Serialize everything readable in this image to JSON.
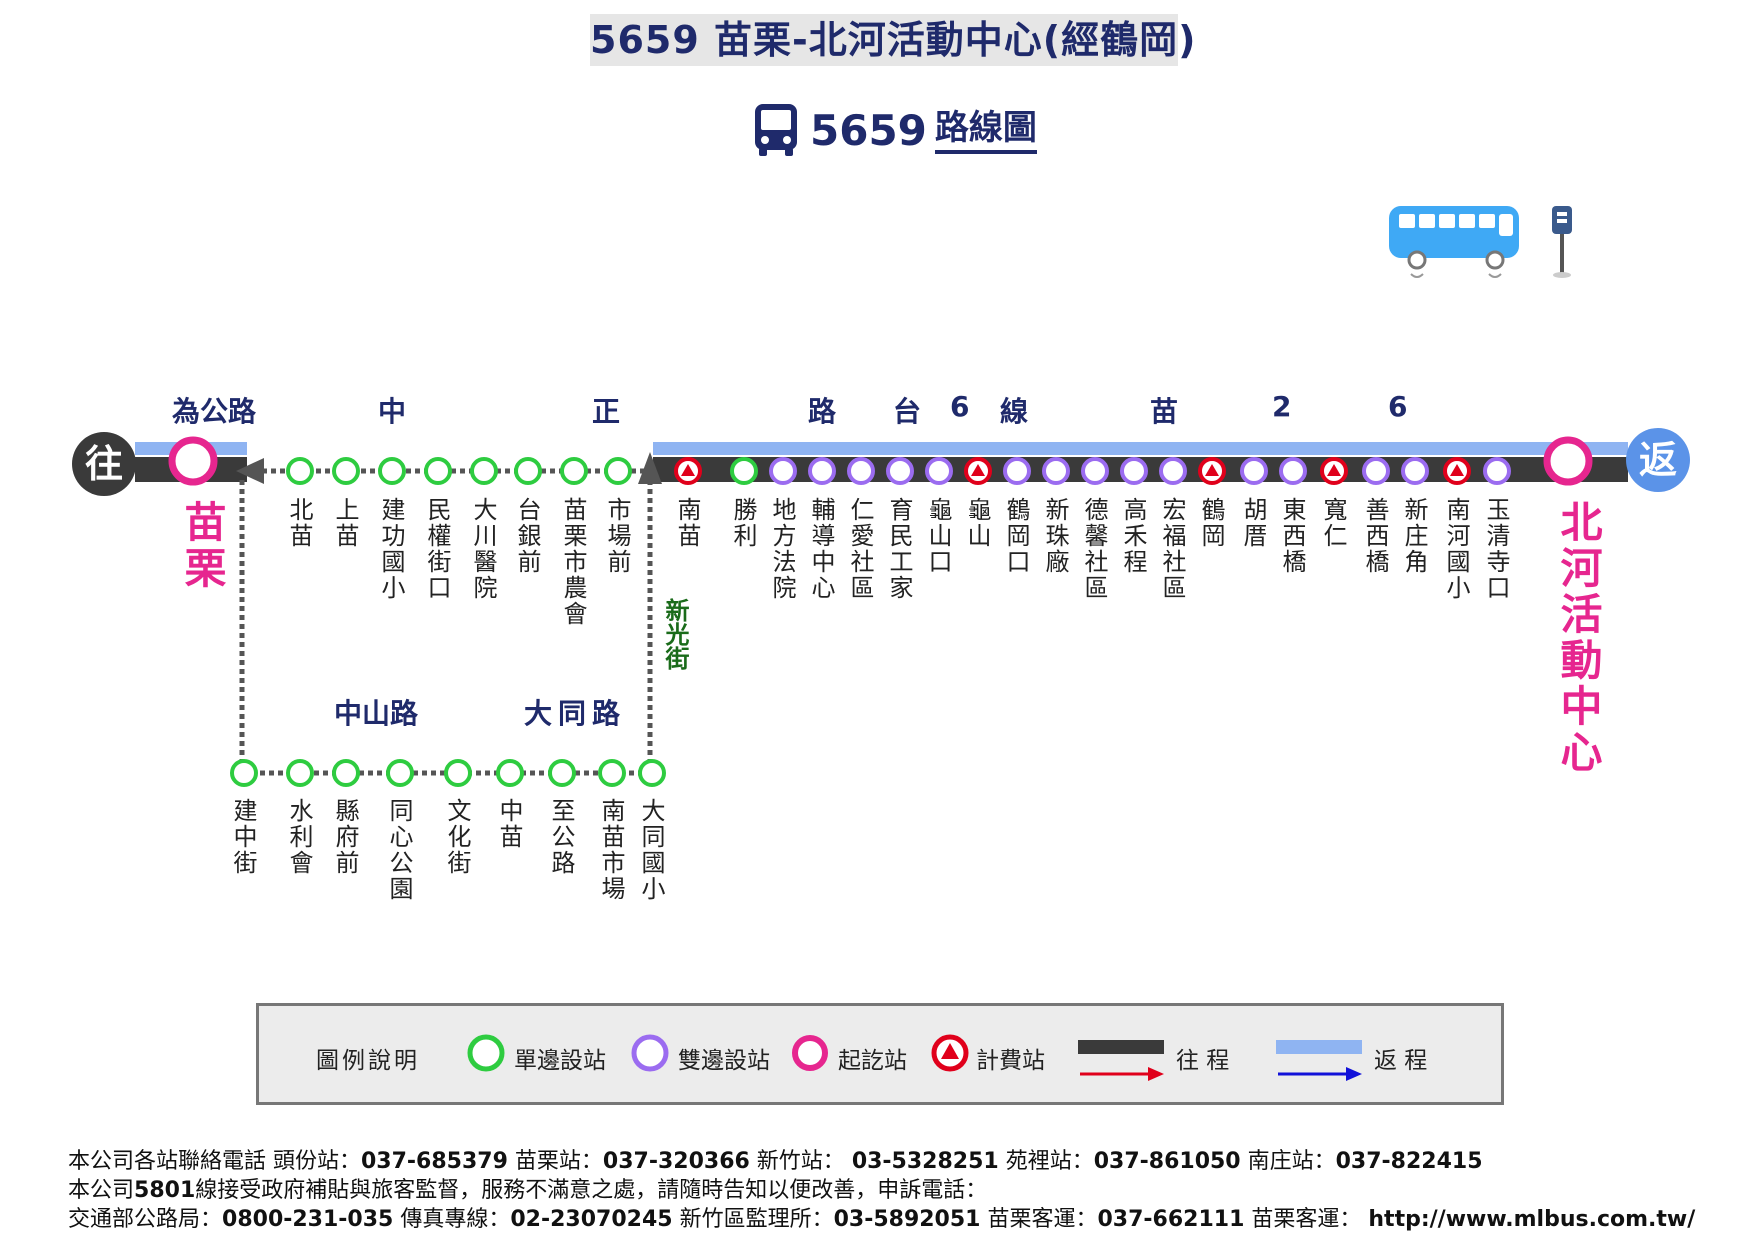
{
  "header": {
    "title": "5659 苗栗-北河活動中心(經鶴岡)",
    "route_number": "5659",
    "route_map_label": "路線圖"
  },
  "sections": {
    "weigong": "為公路",
    "zhong": "中",
    "zheng": "正",
    "lu": "路",
    "tai": "台",
    "six": "6",
    "xian": "線",
    "miao": "苗",
    "two": "2",
    "six_b": "6",
    "zhongshan": "中山路",
    "datong": "大同路",
    "xinguang": "新光街"
  },
  "ends": {
    "outbound_badge": "往",
    "return_badge": "返",
    "start": "苗栗",
    "end": "北河活動中心"
  },
  "top_row_stops": [
    {
      "name": "北苗",
      "type": "single"
    },
    {
      "name": "上苗",
      "type": "single"
    },
    {
      "name": "建功國小",
      "type": "single"
    },
    {
      "name": "民權街口",
      "type": "single"
    },
    {
      "name": "大川醫院",
      "type": "single"
    },
    {
      "name": "台銀前",
      "type": "single"
    },
    {
      "name": "苗栗市農會",
      "type": "single"
    },
    {
      "name": "市場前",
      "type": "single"
    },
    {
      "name": "南苗",
      "type": "fare"
    },
    {
      "name": "勝利",
      "type": "single"
    },
    {
      "name": "地方法院",
      "type": "double"
    },
    {
      "name": "輔導中心",
      "type": "double"
    },
    {
      "name": "仁愛社區",
      "type": "double"
    },
    {
      "name": "育民工家",
      "type": "double"
    },
    {
      "name": "龜山口",
      "type": "double"
    },
    {
      "name": "龜山",
      "type": "fare"
    },
    {
      "name": "鶴岡口",
      "type": "double"
    },
    {
      "name": "新珠廠",
      "type": "double"
    },
    {
      "name": "德馨社區",
      "type": "double"
    },
    {
      "name": "高禾程",
      "type": "double"
    },
    {
      "name": "宏福社區",
      "type": "double"
    },
    {
      "name": "鶴岡",
      "type": "fare"
    },
    {
      "name": "胡厝",
      "type": "double"
    },
    {
      "name": "東西橋",
      "type": "double"
    },
    {
      "name": "寬仁",
      "type": "fare"
    },
    {
      "name": "善西橋",
      "type": "double"
    },
    {
      "name": "新庄角",
      "type": "double"
    },
    {
      "name": "南河國小",
      "type": "fare"
    },
    {
      "name": "玉清寺口",
      "type": "double"
    }
  ],
  "bottom_row_stops": [
    {
      "name": "建中街",
      "type": "single"
    },
    {
      "name": "水利會",
      "type": "single"
    },
    {
      "name": "縣府前",
      "type": "single"
    },
    {
      "name": "同心公園",
      "type": "single"
    },
    {
      "name": "文化街",
      "type": "single"
    },
    {
      "name": "中苗",
      "type": "single"
    },
    {
      "name": "至公路",
      "type": "single"
    },
    {
      "name": "南苗市場",
      "type": "single"
    },
    {
      "name": "大同國小",
      "type": "single"
    }
  ],
  "legend": {
    "title": "圖例說明",
    "single": "單邊設站",
    "double": "雙邊設站",
    "terminal": "起訖站",
    "fare": "計費站",
    "outbound": "往 程",
    "return": "返 程"
  },
  "footer": {
    "line1": [
      {
        "t": "本公司各站聯絡電話 頭份站：",
        "b": false
      },
      {
        "t": "037-685379",
        "b": true
      },
      {
        "t": " 苗栗站：",
        "b": false
      },
      {
        "t": "037-320366",
        "b": true
      },
      {
        "t": " 新竹站： ",
        "b": false
      },
      {
        "t": "03-5328251",
        "b": true
      },
      {
        "t": " 苑裡站：",
        "b": false
      },
      {
        "t": "037-861050",
        "b": true
      },
      {
        "t": " 南庄站：",
        "b": false
      },
      {
        "t": "037-822415",
        "b": true
      }
    ],
    "line2": [
      {
        "t": "本公司",
        "b": false
      },
      {
        "t": "5801",
        "b": true
      },
      {
        "t": "線接受政府補貼與旅客監督，服務不滿意之處，請隨時告知以便改善，申訴電話：",
        "b": false
      }
    ],
    "line3": [
      {
        "t": "交通部公路局：",
        "b": false
      },
      {
        "t": "0800-231-035",
        "b": true
      },
      {
        "t": " 傳真專線：",
        "b": false
      },
      {
        "t": "02-23070245",
        "b": true
      },
      {
        "t": " 新竹區監理所：",
        "b": false
      },
      {
        "t": "03-5892051",
        "b": true
      },
      {
        "t": " 苗栗客運：",
        "b": false
      },
      {
        "t": "037-662111",
        "b": true
      },
      {
        "t": " 苗栗客運： ",
        "b": false
      },
      {
        "t": "http://www.mlbus.com.tw/",
        "b": true
      }
    ]
  },
  "colors": {
    "single": "#2ecc40",
    "double": "#9b6cf0",
    "terminal": "#e6268f",
    "fare": "#e0001b",
    "outbound_bar": "#3a3a3a",
    "return_bar": "#8fb4f2",
    "navy": "#1f2a6b",
    "street_green": "#1a6b1a",
    "bus_blue": "#3fa9f5"
  }
}
